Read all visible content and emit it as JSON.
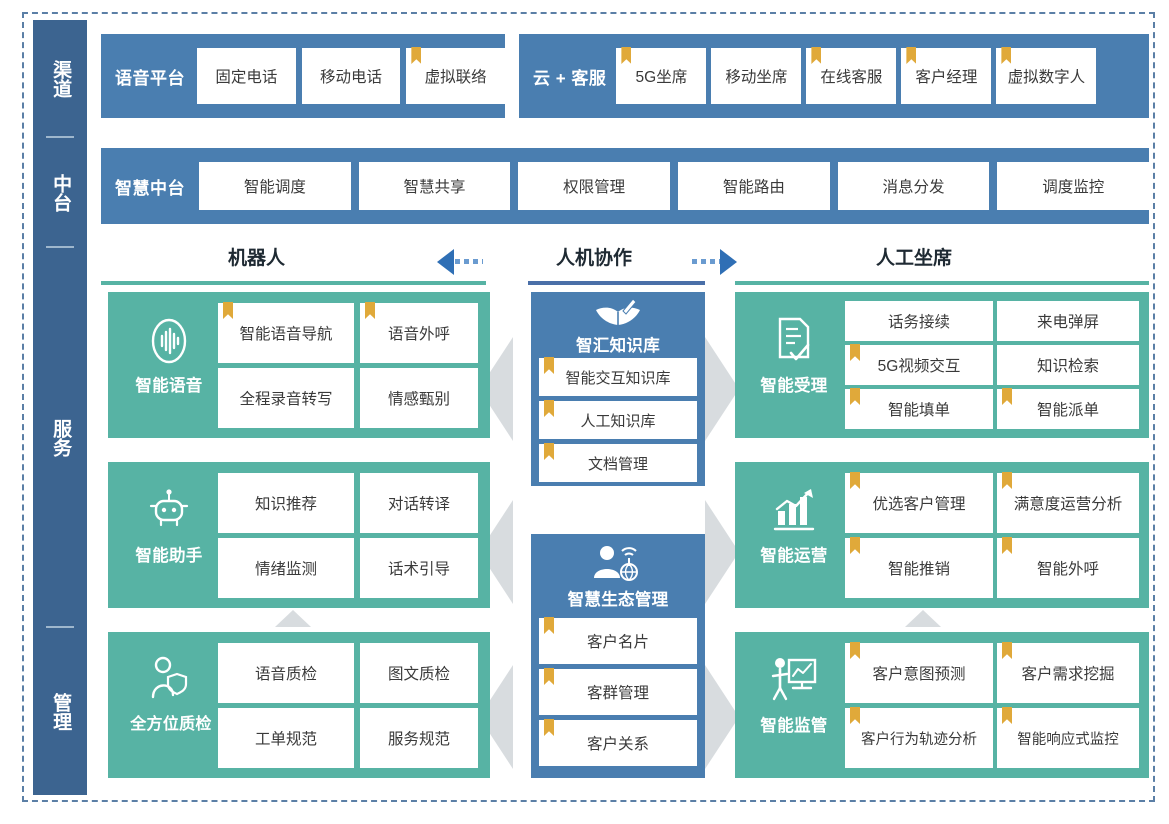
{
  "sidebar": {
    "items": [
      {
        "label": "渠道",
        "name": "sidebar-item-channel"
      },
      {
        "label": "中台",
        "name": "sidebar-item-midplatform"
      },
      {
        "label": "服务",
        "name": "sidebar-item-service"
      },
      {
        "label": "管理",
        "name": "sidebar-item-management"
      }
    ]
  },
  "channel_row": {
    "voice_platform": {
      "title": "语音平台",
      "chips": [
        {
          "label": "固定电话",
          "ribbon": false
        },
        {
          "label": "移动电话",
          "ribbon": false
        },
        {
          "label": "虚拟联络",
          "ribbon": true
        }
      ]
    },
    "cloud_service": {
      "title": "云 + 客服",
      "chips": [
        {
          "label": "5G坐席",
          "ribbon": true
        },
        {
          "label": "移动坐席",
          "ribbon": false
        },
        {
          "label": "在线客服",
          "ribbon": true
        },
        {
          "label": "客户经理",
          "ribbon": true
        },
        {
          "label": "虚拟数字人",
          "ribbon": true
        }
      ]
    }
  },
  "midplatform_row": {
    "title": "智慧中台",
    "chips": [
      {
        "label": "智能调度",
        "ribbon": false
      },
      {
        "label": "智慧共享",
        "ribbon": false
      },
      {
        "label": "权限管理",
        "ribbon": false
      },
      {
        "label": "智能路由",
        "ribbon": false
      },
      {
        "label": "消息分发",
        "ribbon": false
      },
      {
        "label": "调度监控",
        "ribbon": false
      }
    ]
  },
  "column_headers": {
    "left": "机器人",
    "center": "人机协作",
    "right": "人工坐席"
  },
  "groups": {
    "intelligent_voice": {
      "title": "智能语音",
      "icon": "voice-wave-icon",
      "chips": [
        {
          "label": "智能语音导航",
          "ribbon": true
        },
        {
          "label": "语音外呼",
          "ribbon": true
        },
        {
          "label": "全程录音转写",
          "ribbon": false
        },
        {
          "label": "情感甄别",
          "ribbon": false
        }
      ]
    },
    "intelligent_assistant": {
      "title": "智能助手",
      "icon": "robot-icon",
      "chips": [
        {
          "label": "知识推荐",
          "ribbon": false
        },
        {
          "label": "对话转译",
          "ribbon": false
        },
        {
          "label": "情绪监测",
          "ribbon": false
        },
        {
          "label": "话术引导",
          "ribbon": false
        }
      ]
    },
    "full_quality_check": {
      "title": "全方位质检",
      "icon": "person-shield-icon",
      "chips": [
        {
          "label": "语音质检",
          "ribbon": false
        },
        {
          "label": "图文质检",
          "ribbon": false
        },
        {
          "label": "工单规范",
          "ribbon": false
        },
        {
          "label": "服务规范",
          "ribbon": false
        }
      ]
    },
    "knowledge_base": {
      "title": "智汇知识库",
      "icon": "book-pen-icon",
      "chips": [
        {
          "label": "智能交互知识库",
          "ribbon": true
        },
        {
          "label": "人工知识库",
          "ribbon": true
        },
        {
          "label": "文档管理",
          "ribbon": true
        }
      ]
    },
    "eco_management": {
      "title": "智慧生态管理",
      "icon": "person-network-icon",
      "chips": [
        {
          "label": "客户名片",
          "ribbon": true
        },
        {
          "label": "客群管理",
          "ribbon": true
        },
        {
          "label": "客户关系",
          "ribbon": true
        }
      ]
    },
    "intelligent_acceptance": {
      "title": "智能受理",
      "icon": "document-check-icon",
      "chips": [
        {
          "label": "话务接续",
          "ribbon": false
        },
        {
          "label": "来电弹屏",
          "ribbon": false
        },
        {
          "label": "5G视频交互",
          "ribbon": true
        },
        {
          "label": "知识检索",
          "ribbon": false
        },
        {
          "label": "智能填单",
          "ribbon": true
        },
        {
          "label": "智能派单",
          "ribbon": true
        }
      ]
    },
    "intelligent_operation": {
      "title": "智能运营",
      "icon": "chart-trend-icon",
      "chips": [
        {
          "label": "优选客户管理",
          "ribbon": true
        },
        {
          "label": "满意度运营分析",
          "ribbon": true
        },
        {
          "label": "智能推销",
          "ribbon": true
        },
        {
          "label": "智能外呼",
          "ribbon": true
        }
      ]
    },
    "intelligent_supervision": {
      "title": "智能监管",
      "icon": "presentation-person-icon",
      "chips": [
        {
          "label": "客户意图预测",
          "ribbon": true
        },
        {
          "label": "客户需求挖掘",
          "ribbon": true
        },
        {
          "label": "客户行为轨迹分析",
          "ribbon": true
        },
        {
          "label": "智能响应式监控",
          "ribbon": true
        }
      ]
    }
  },
  "colors": {
    "sidebar_blue": "#3c6490",
    "panel_blue": "#4a7eb0",
    "panel_green": "#57b3a4",
    "ribbon_gold": "#e0a93a",
    "chevron_grey": "#d8dcdf",
    "arrow_blue": "#2f6fb5",
    "frame_dash": "#5b7fa6"
  }
}
